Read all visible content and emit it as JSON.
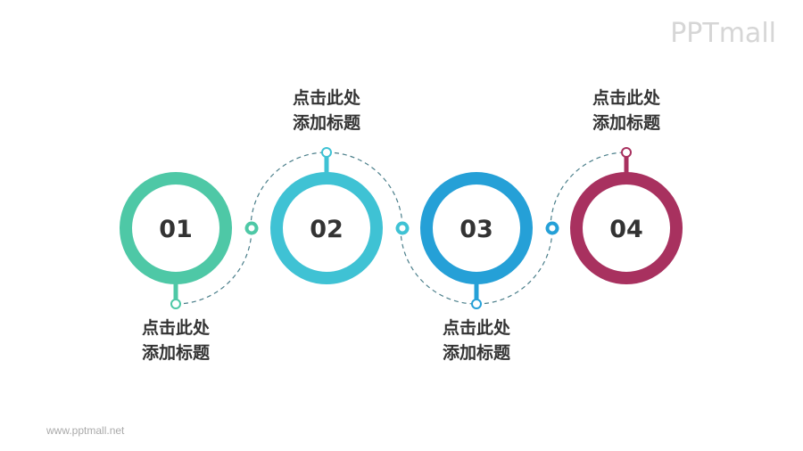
{
  "logo": "PPTmall",
  "footer_url": "www.pptmall.net",
  "steps": [
    {
      "number": "01",
      "title_line1": "点击此处",
      "title_line2": "添加标题",
      "color": "#4ec8a6",
      "label_position": "bottom"
    },
    {
      "number": "02",
      "title_line1": "点击此处",
      "title_line2": "添加标题",
      "color": "#3fc2d4",
      "label_position": "top"
    },
    {
      "number": "03",
      "title_line1": "点击此处",
      "title_line2": "添加标题",
      "color": "#25a0d7",
      "label_position": "bottom"
    },
    {
      "number": "04",
      "title_line1": "点击此处",
      "title_line2": "添加标题",
      "color": "#a8315f",
      "label_position": "top"
    }
  ],
  "dash_color": "#4a7e8a"
}
